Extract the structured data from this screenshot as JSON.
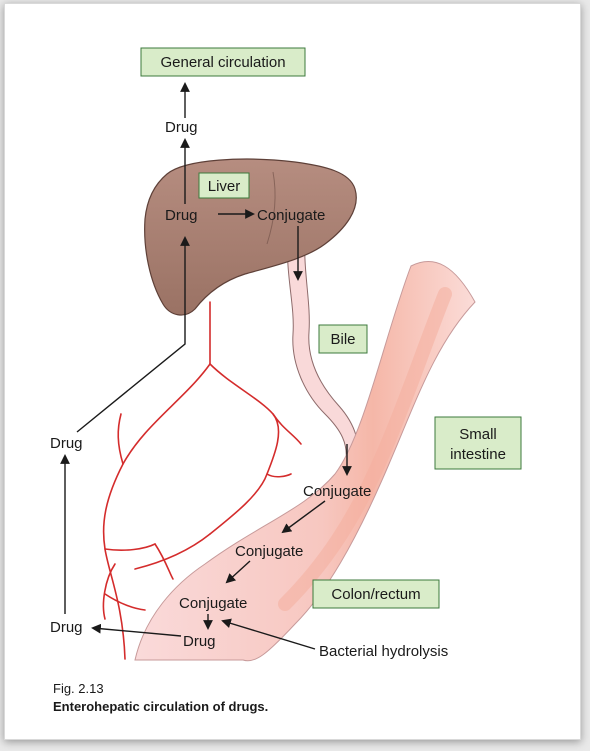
{
  "labels": {
    "general_circulation": "General circulation",
    "liver": "Liver",
    "bile": "Bile",
    "small_intestine_line1": "Small",
    "small_intestine_line2": "intestine",
    "colon_rectum": "Colon/rectum",
    "drug_top": "Drug",
    "drug_liver": "Drug",
    "conjugate_liver": "Conjugate",
    "conjugate_1": "Conjugate",
    "conjugate_2": "Conjugate",
    "conjugate_3": "Conjugate",
    "drug_gut": "Drug",
    "drug_left_lower": "Drug",
    "drug_left_upper": "Drug",
    "bacterial_hydrolysis": "Bacterial hydrolysis"
  },
  "caption": {
    "figure_number": "Fig. 2.13",
    "title": "Enterohepatic circulation of drugs."
  },
  "colors": {
    "label_box_fill": "#d9ecc9",
    "label_box_border": "#3c7a3c",
    "liver_fill": "#a67f70",
    "intestine_fill": "#f7d3d3",
    "vessel_red": "#d42c2c"
  }
}
